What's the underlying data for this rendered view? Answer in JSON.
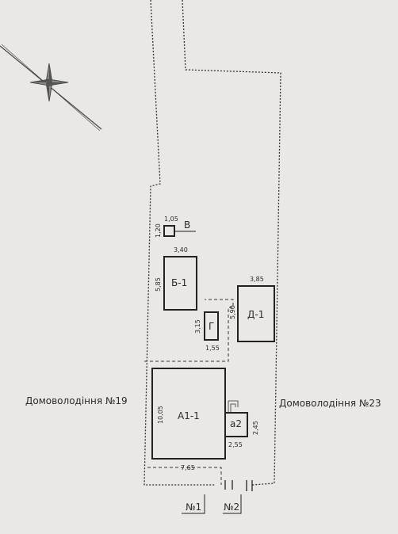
{
  "neighbors": {
    "left": "Домоволодіння №19",
    "right": "Домоволодіння №23"
  },
  "buildings": {
    "a1": {
      "label": "А1-1",
      "width": "7,65",
      "depth": "10,05"
    },
    "a2": {
      "label": "а2",
      "width": "2,55",
      "depth": "2,45"
    },
    "b1": {
      "label": "Б-1",
      "width": "3,40",
      "depth": "5,85"
    },
    "d1": {
      "label": "Д-1",
      "width": "3,85",
      "depth": "5,90"
    },
    "g": {
      "label": "Г",
      "width": "1,55",
      "depth": "3,15"
    },
    "v": {
      "label": "В",
      "width": "1,05",
      "depth": "1,20"
    }
  },
  "entrances": {
    "n1": "№1",
    "n2": "№2"
  },
  "compass": {
    "icon": "compass-rose-icon"
  },
  "colors": {
    "paper": "#e9e8e4",
    "ink": "#2b2b2b"
  }
}
